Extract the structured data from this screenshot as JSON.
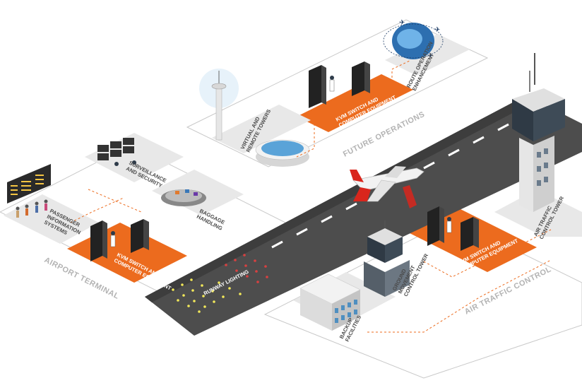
{
  "zones": {
    "future_operations": "FUTURE OPERATIONS",
    "airport_terminal": "AIRPORT TERMINAL",
    "air_traffic_control": "AIR TRAFFIC CONTROL"
  },
  "labels": {
    "route_line1": "ROUTE OPERATION",
    "route_line2": "ENHANCEMENT",
    "virtual_line1": "VIRTUAL AND",
    "virtual_line2": "REMOTE TOWERS",
    "kvm_line1": "KVM SWITCH AND",
    "kvm_line2": "COMPUTER EQUIPMENT",
    "surv_line1": "SURVEILLANCE",
    "surv_line2": "AND SECURITY",
    "bag_line1": "BAGGAGE",
    "bag_line2": "HANDLING",
    "pax_line1": "PASSENGER",
    "pax_line2": "INFORMATION",
    "pax_line3": "SYSTEMS",
    "runway_lighting": "RUNWAY LIGHTING",
    "gm_line1": "GROUND",
    "gm_line2": "MOVEMENT",
    "gm_line3": "CONTROL TOWER",
    "backup_line1": "BACKUP",
    "backup_line2": "FACILITIES",
    "atct_line1": "AIR TRAFFIC",
    "atct_line2": "CONTROL TOWER"
  },
  "colors": {
    "accent": "#ec6b1e",
    "runway": "#4d4d4d",
    "platform": "#e6e6e6",
    "zone_text": "#b3b3b3",
    "aircraft_tail": "#d9261c"
  },
  "icons": [
    "airplane-icon",
    "globe-icon",
    "radar-tower-icon",
    "server-rack-icon",
    "operator-icon",
    "control-tower-icon",
    "building-icon",
    "baggage-carousel-icon",
    "flight-board-icon",
    "runway-light-icon"
  ]
}
